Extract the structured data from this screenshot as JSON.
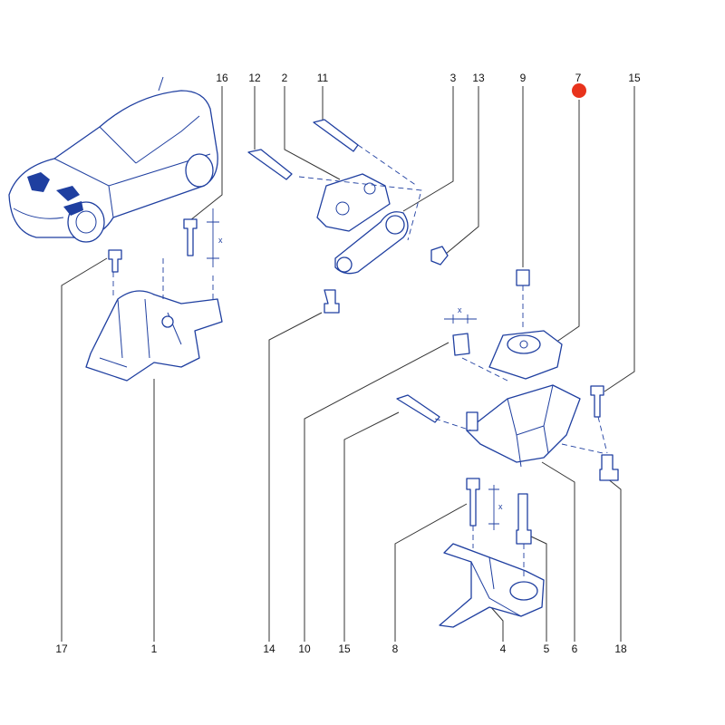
{
  "diagram_title": "",
  "top_labels": [
    "16",
    "12",
    "2",
    "11",
    "3",
    "13",
    "9",
    "7",
    "15"
  ],
  "bottom_labels": [
    "17",
    "1",
    "14",
    "10",
    "15",
    "8",
    "4",
    "5",
    "6",
    "18"
  ],
  "dimension_marks": [
    "x",
    "x",
    "x"
  ],
  "highlight": {
    "part": "7",
    "color": "#e8331c"
  },
  "colors": {
    "line": "#1f3fa0",
    "highlight_area": "#1f3fa0"
  }
}
